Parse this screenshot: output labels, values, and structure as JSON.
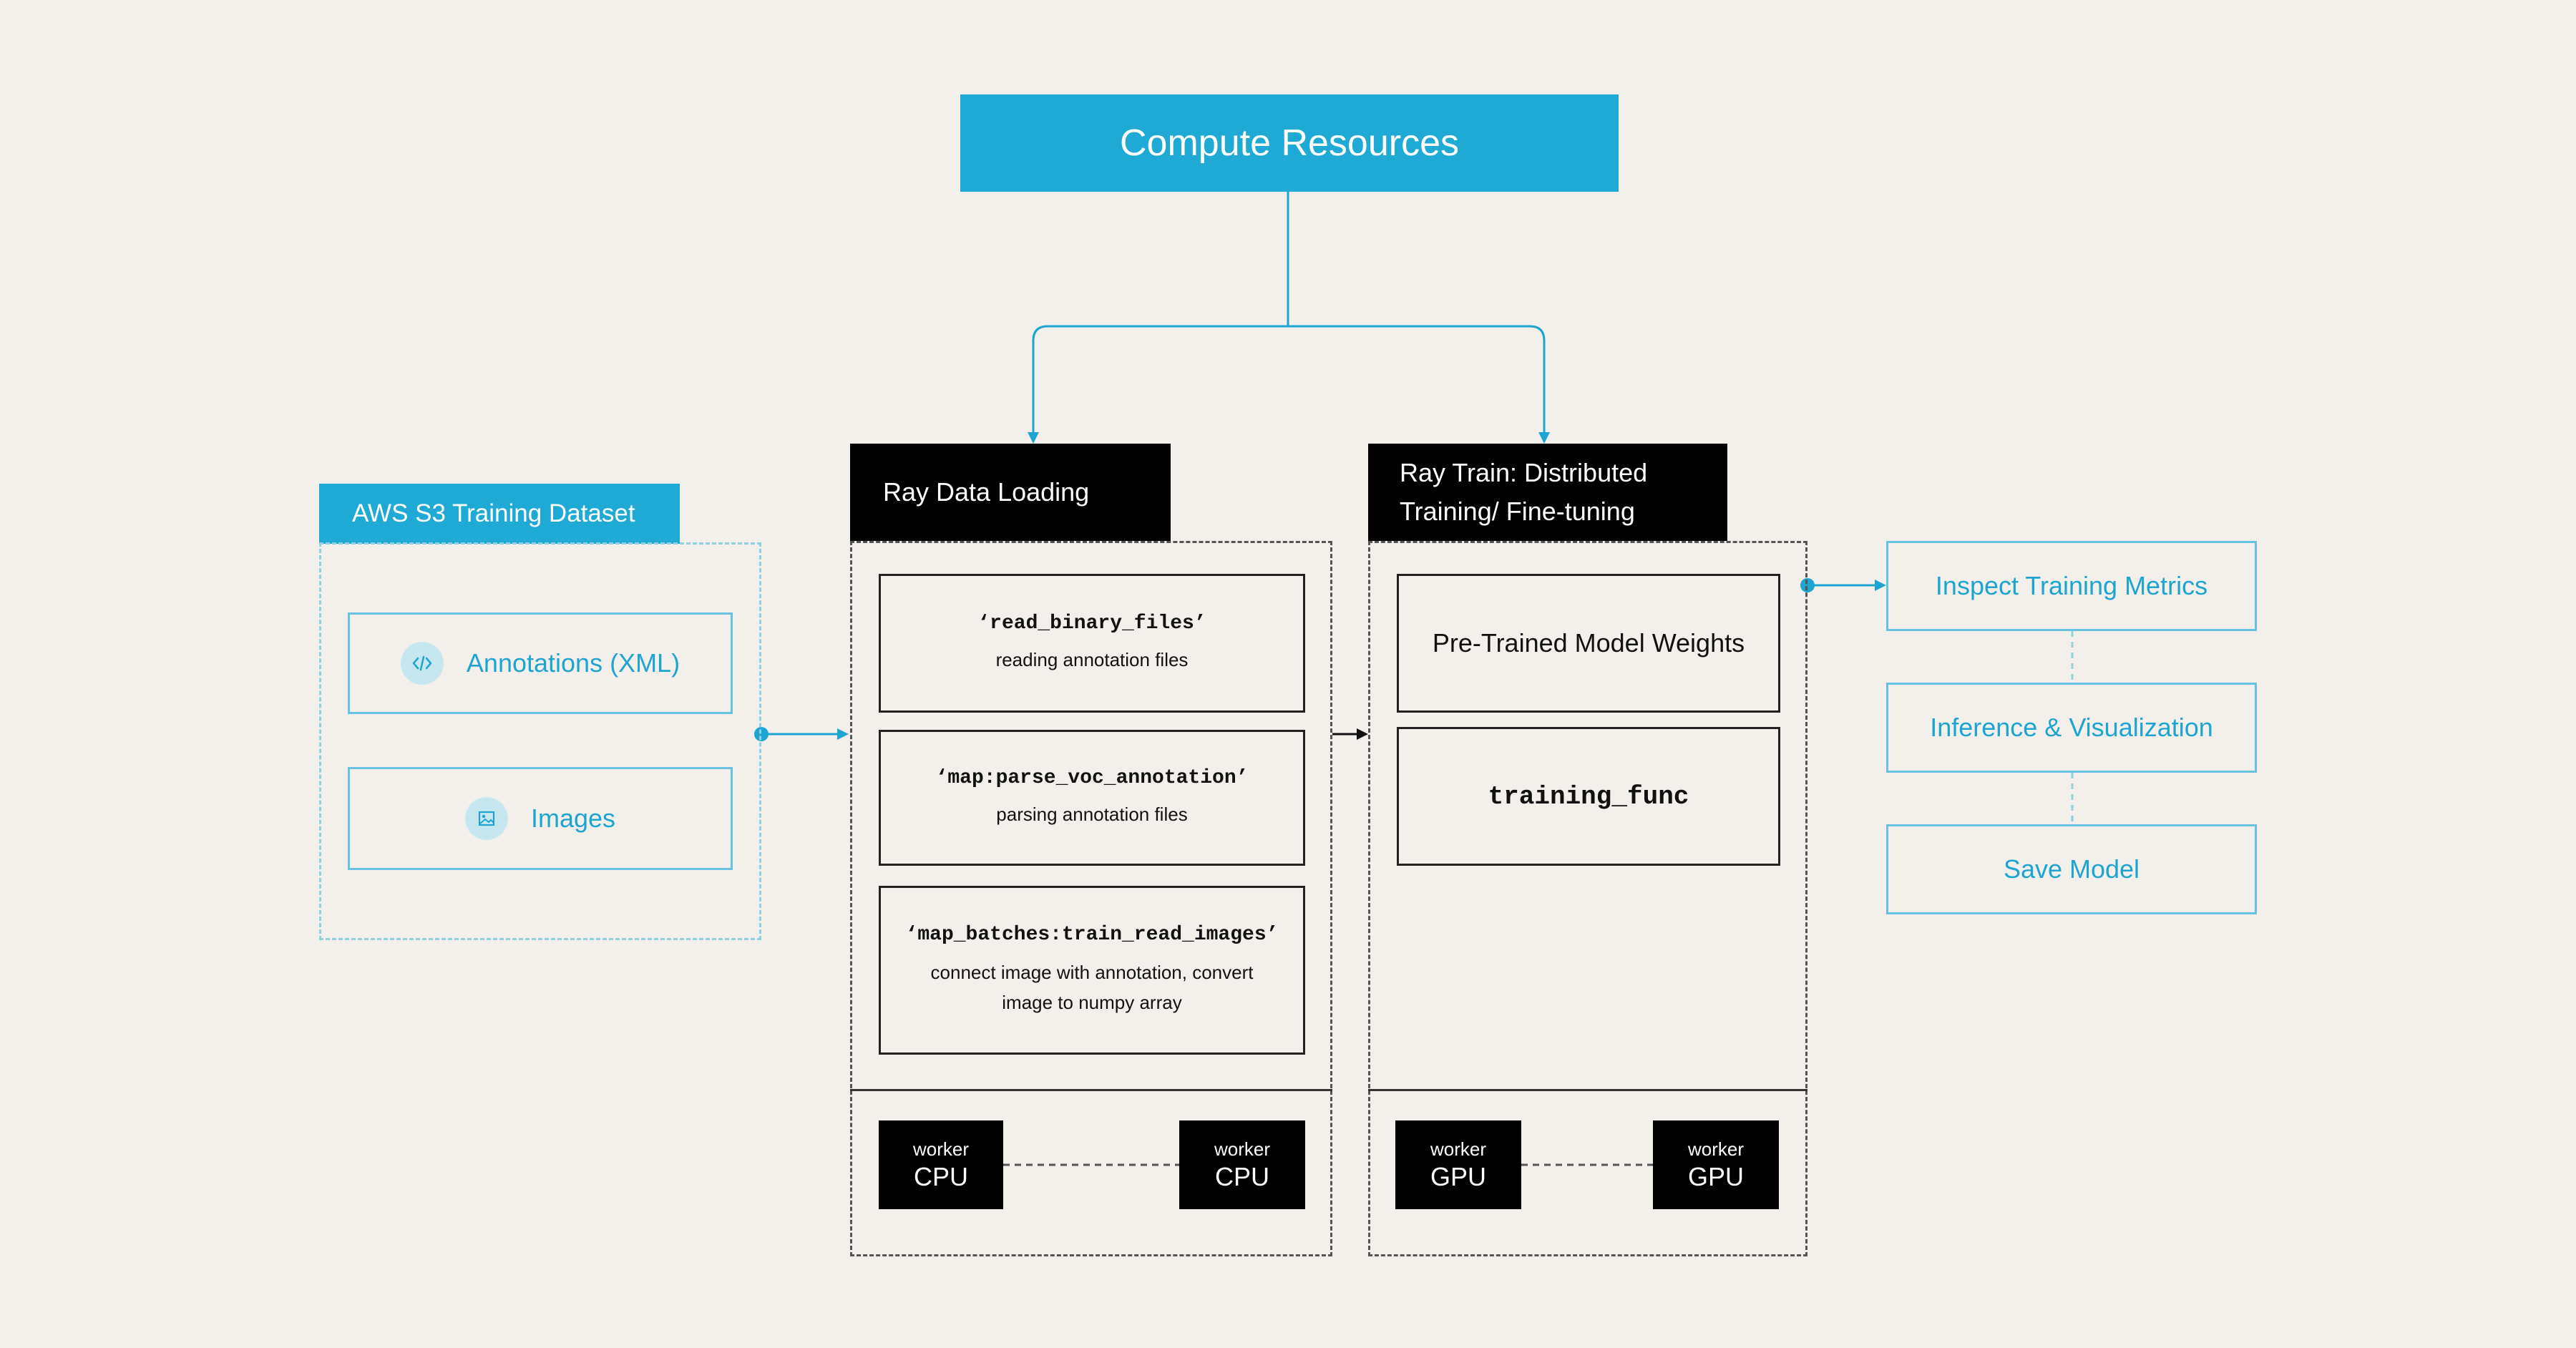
{
  "compute": {
    "title": "Compute Resources"
  },
  "s3": {
    "title": "AWS S3 Training Dataset",
    "items": [
      {
        "label": "Annotations (XML)",
        "icon": "code-icon"
      },
      {
        "label": "Images",
        "icon": "image-icon"
      }
    ]
  },
  "ray_data": {
    "title": "Ray Data Loading",
    "steps": [
      {
        "code": "‘read_binary_files’",
        "desc": "reading annotation files"
      },
      {
        "code": "‘map:parse_voc_annotation’",
        "desc": "parsing annotation files"
      },
      {
        "code": "‘map_batches:train_read_images’",
        "desc_line1": "connect image with annotation, convert",
        "desc_line2": "image to numpy array"
      }
    ],
    "workers": [
      {
        "label": "worker",
        "device": "CPU"
      },
      {
        "label": "worker",
        "device": "CPU"
      }
    ]
  },
  "ray_train": {
    "title_line1": "Ray Train: Distributed",
    "title_line2": "Training/ Fine-tuning",
    "steps": [
      {
        "label": "Pre-Trained Model Weights"
      },
      {
        "code": "training_func"
      }
    ],
    "workers": [
      {
        "label": "worker",
        "device": "GPU"
      },
      {
        "label": "worker",
        "device": "GPU"
      }
    ]
  },
  "outputs": [
    {
      "label": "Inspect Training Metrics"
    },
    {
      "label": "Inference & Visualization"
    },
    {
      "label": "Save Model"
    }
  ],
  "colors": {
    "accent": "#1eaad5",
    "background": "#f3f0ec",
    "dark": "#000000"
  }
}
